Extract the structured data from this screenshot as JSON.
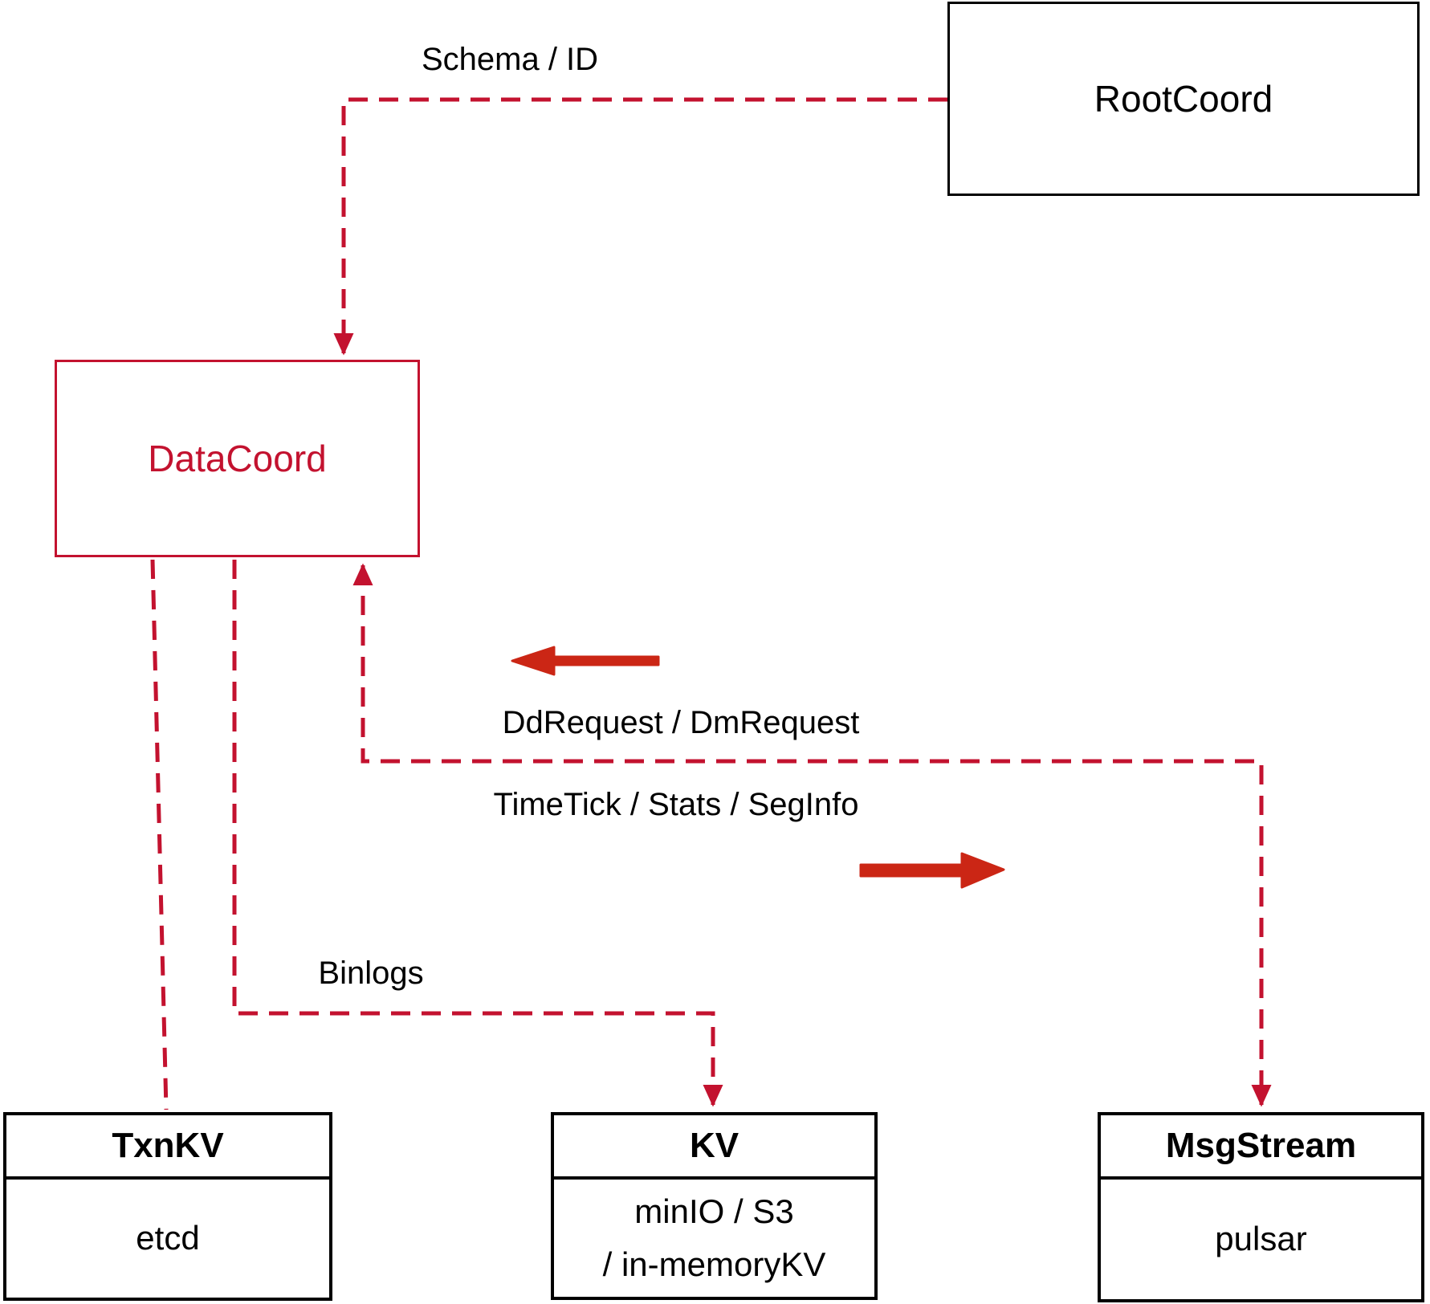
{
  "nodes": {
    "rootcoord": {
      "label": "RootCoord"
    },
    "datacoord": {
      "label": "DataCoord"
    },
    "txnkv": {
      "title": "TxnKV",
      "subtitle": "etcd"
    },
    "kv": {
      "title": "KV",
      "subtitle_line1": "minIO / S3",
      "subtitle_line2": "/ in-memoryKV"
    },
    "msgstream": {
      "title": "MsgStream",
      "subtitle": "pulsar"
    }
  },
  "edge_labels": {
    "schema_id": "Schema / ID",
    "ddrequest": "DdRequest / DmRequest",
    "timetick": "TimeTick / Stats / SegInfo",
    "binlogs": "Binlogs"
  },
  "colors": {
    "crimson": "#c3122f",
    "vermilion": "#cb2615",
    "ink": "#000000",
    "paper": "#ffffff"
  }
}
